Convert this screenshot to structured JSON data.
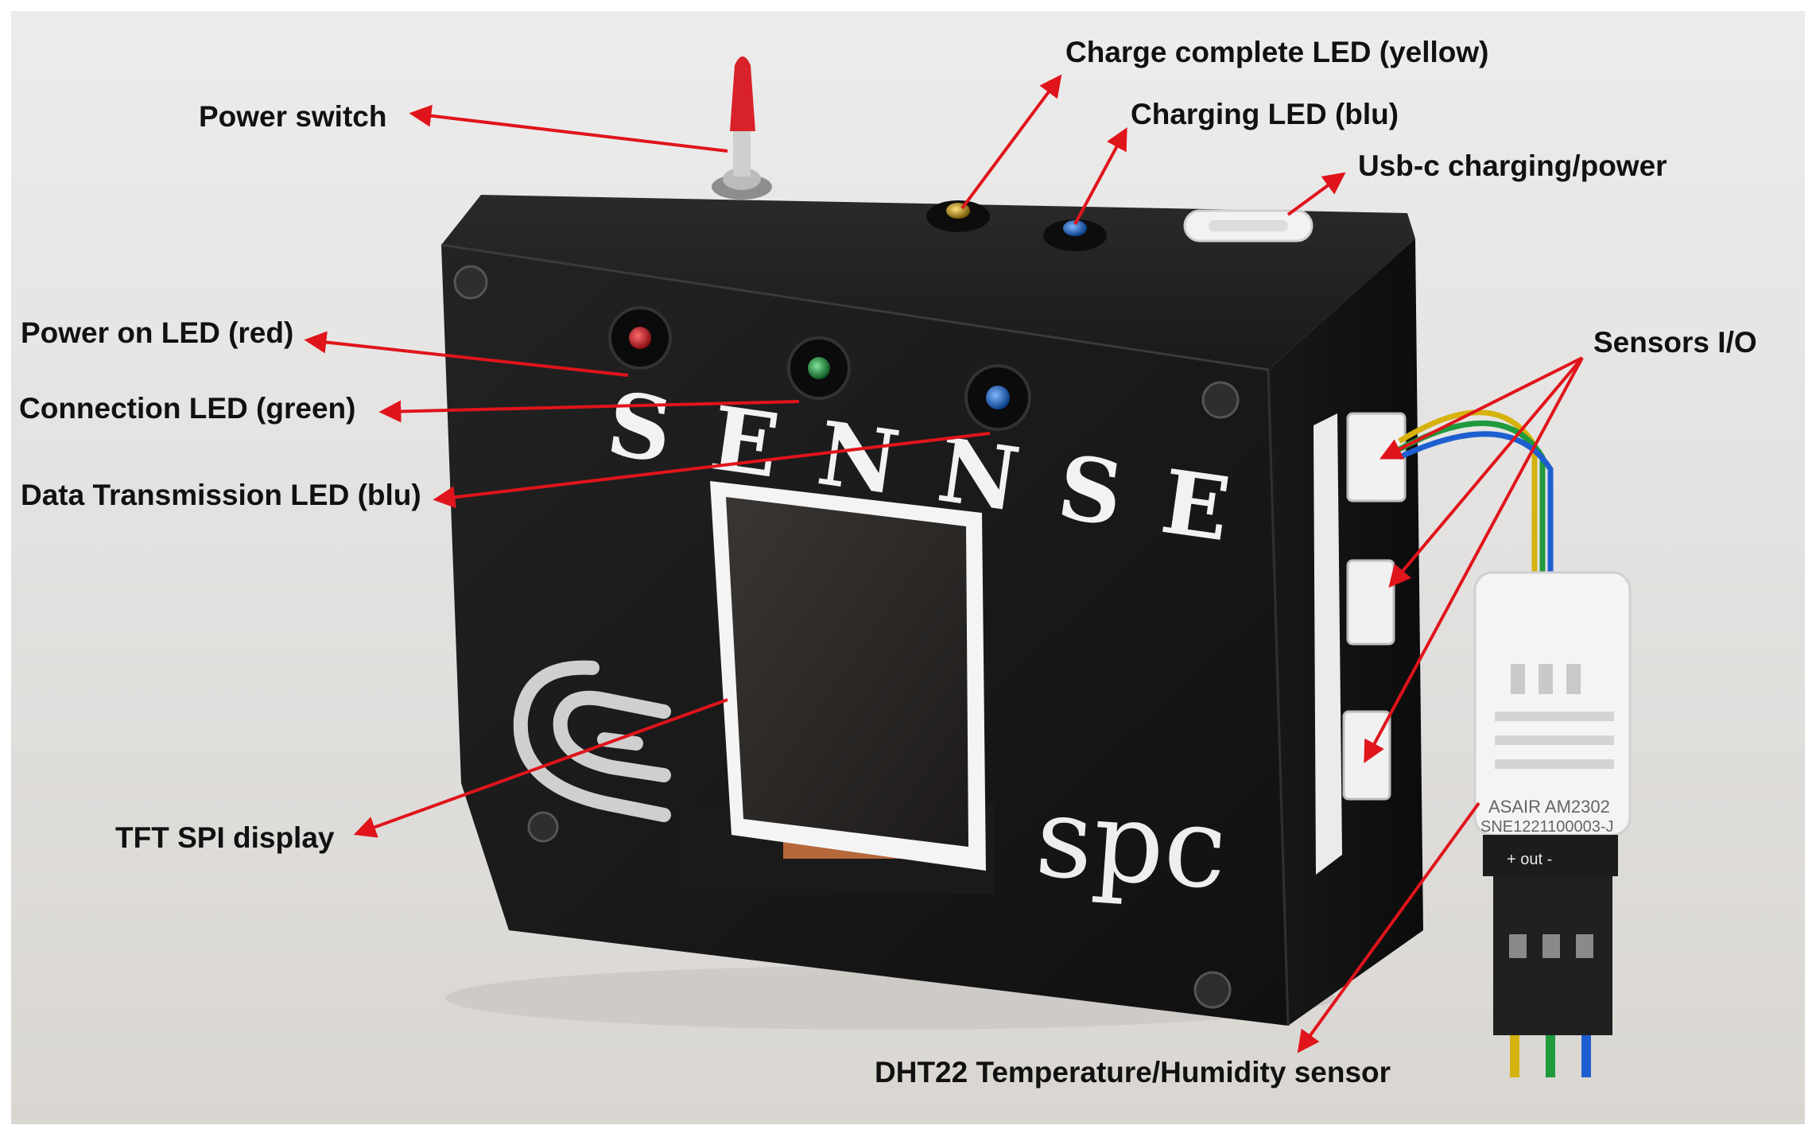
{
  "labels": {
    "power_switch": "Power switch",
    "charge_complete_led": "Charge complete LED (yellow)",
    "charging_led": "Charging LED (blu)",
    "usbc": "Usb-c charging/power",
    "power_on_led": "Power on LED (red)",
    "connection_led": "Connection LED (green)",
    "data_tx_led": "Data Transmission LED (blu)",
    "sensors_io": "Sensors I/O",
    "tft_display": "TFT SPI display",
    "dht22": "DHT22 Temperature/Humidity sensor"
  },
  "device": {
    "brand_text": "SENNSE",
    "logo_text": "spc",
    "sensor_marking_1": "ASAIR AM2302",
    "sensor_marking_2": "SNE1221100003-J",
    "sensor_pins": "+ out -"
  },
  "colors": {
    "arrow": "#e0141b",
    "box": "#1b1b1b",
    "led_red": "#c8202a",
    "led_green": "#1f9a3c",
    "led_blue": "#1e6fd6",
    "led_yellow": "#d8b21c"
  }
}
